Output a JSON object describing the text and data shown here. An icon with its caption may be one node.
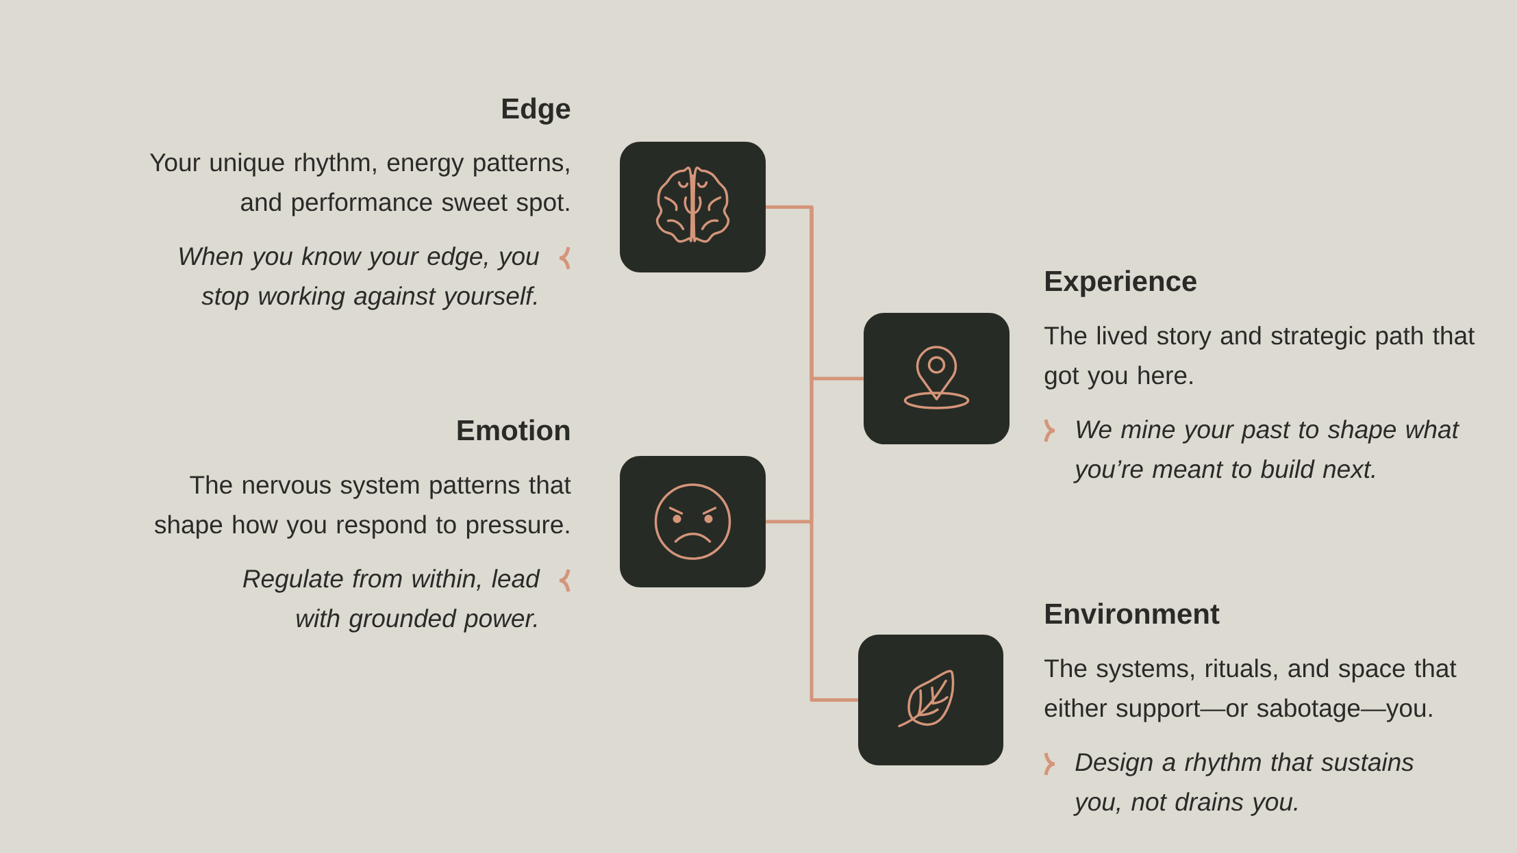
{
  "diagram": {
    "nodes": [
      {
        "text": [],
        "shape": "box",
        "beside": [
          "Edge",
          "Your unique rhythm, energy patterns, and performance sweet spot.",
          "When you know your edge, you stop working against yourself."
        ]
      },
      {
        "text": [],
        "shape": "box",
        "beside": [
          "Experience",
          "The lived story and strategic path that got you here.",
          "We mine your past to shape what you’re meant to build next."
        ]
      },
      {
        "text": [],
        "shape": "box",
        "beside": [
          "Emotion",
          "The nervous system patterns that shape how you respond to pressure.",
          "Regulate from within, lead with grounded power."
        ]
      },
      {
        "text": [],
        "shape": "box",
        "beside": [
          "Environment",
          "The systems, rituals, and space that either support—or sabotage—you.",
          "Design a rhythm that sustains you, not drains you."
        ]
      }
    ],
    "edges": [
      {
        "from": 0,
        "to": 1,
        "arrow": "none"
      },
      {
        "from": 0,
        "to": 2,
        "arrow": "none"
      },
      {
        "from": 0,
        "to": 3,
        "arrow": "none"
      }
    ]
  }
}
